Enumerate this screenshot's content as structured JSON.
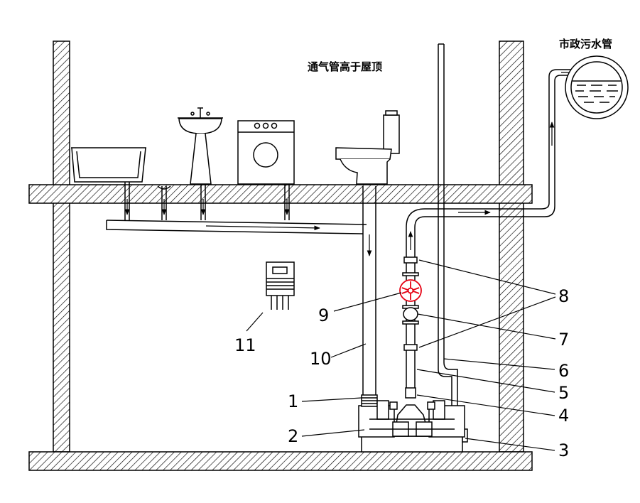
{
  "texts": {
    "vent_note": "通气管高于屋顶",
    "municipal_sewer": "市政污水管"
  },
  "callouts": [
    "1",
    "2",
    "3",
    "4",
    "5",
    "6",
    "7",
    "8",
    "9",
    "10",
    "11"
  ],
  "colors": {
    "line": "#000000",
    "valve": "#e60012",
    "background": "#ffffff"
  }
}
